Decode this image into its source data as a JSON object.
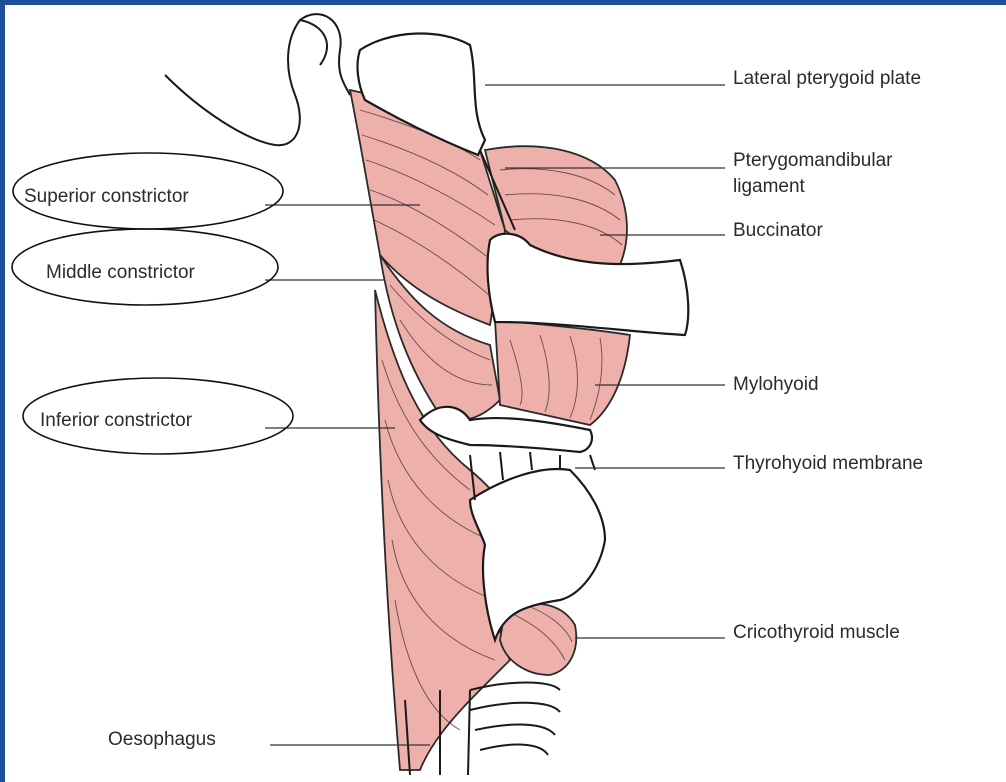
{
  "labels": {
    "lateral_pterygoid_plate": "Lateral pterygoid plate",
    "pterygomandibular_line1": "Pterygomandibular",
    "pterygomandibular_line2": "ligament",
    "buccinator": "Buccinator",
    "superior_constrictor": "Superior constrictor",
    "middle_constrictor": "Middle constrictor",
    "mylohyoid": "Mylohyoid",
    "inferior_constrictor": "Inferior constrictor",
    "thyrohyoid_membrane": "Thyrohyoid membrane",
    "cricothyroid_muscle": "Cricothyroid muscle",
    "oesophagus": "Oesophagus"
  },
  "colors": {
    "muscle": "#eeb0aa",
    "frame": "#1f4e9a"
  }
}
